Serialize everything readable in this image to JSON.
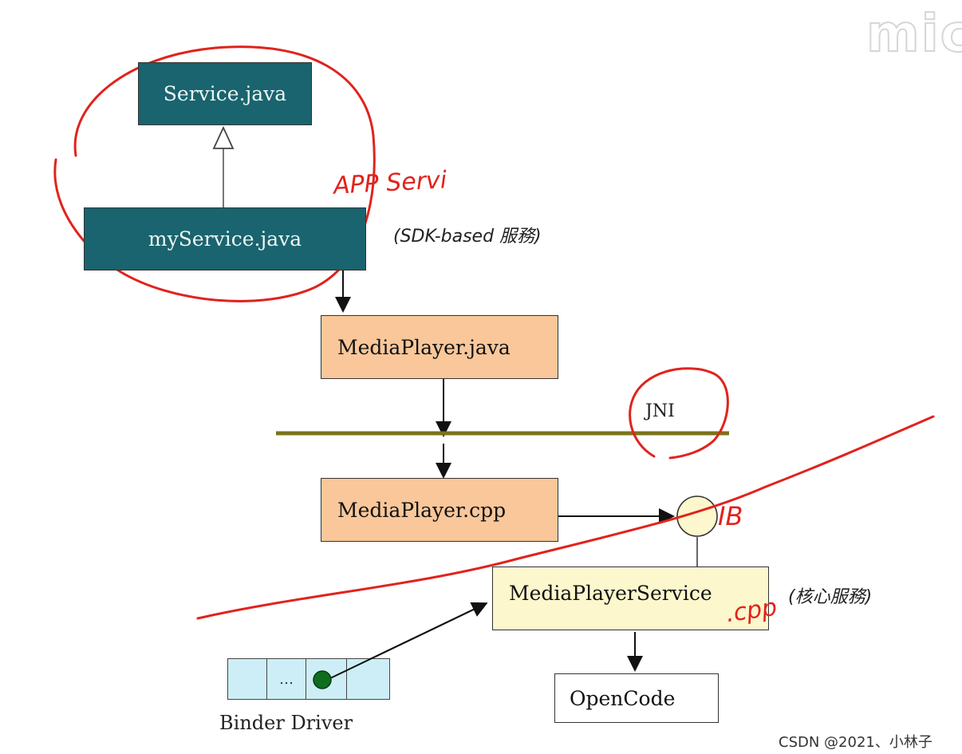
{
  "boxes": {
    "service": "Service.java",
    "my_service": "myService.java",
    "mediaplayer_java": "MediaPlayer.java",
    "mediaplayer_cpp": "MediaPlayer.cpp",
    "mediaplayer_service": "MediaPlayerService",
    "opencode": "OpenCode"
  },
  "annotations": {
    "sdk_based": "(SDK-based 服務)",
    "core_service": "(核心服務)",
    "jni": "JNI",
    "binder_driver": "Binder Driver",
    "binder_slot": "…"
  },
  "handwriting": {
    "app_service": "APP Servi",
    "ib": "IB",
    "cpp": ".cpp"
  },
  "logo_text": "mic",
  "watermark": "CSDN @2021、小林子",
  "colors": {
    "teal": "#19646e",
    "orange": "#f9c79a",
    "yellow": "#fcf7cc",
    "binder_cell": "#cdeef6",
    "jni_bar": "#7a7419",
    "red_ink": "#e0231d",
    "node_green": "#0e6d1e"
  }
}
